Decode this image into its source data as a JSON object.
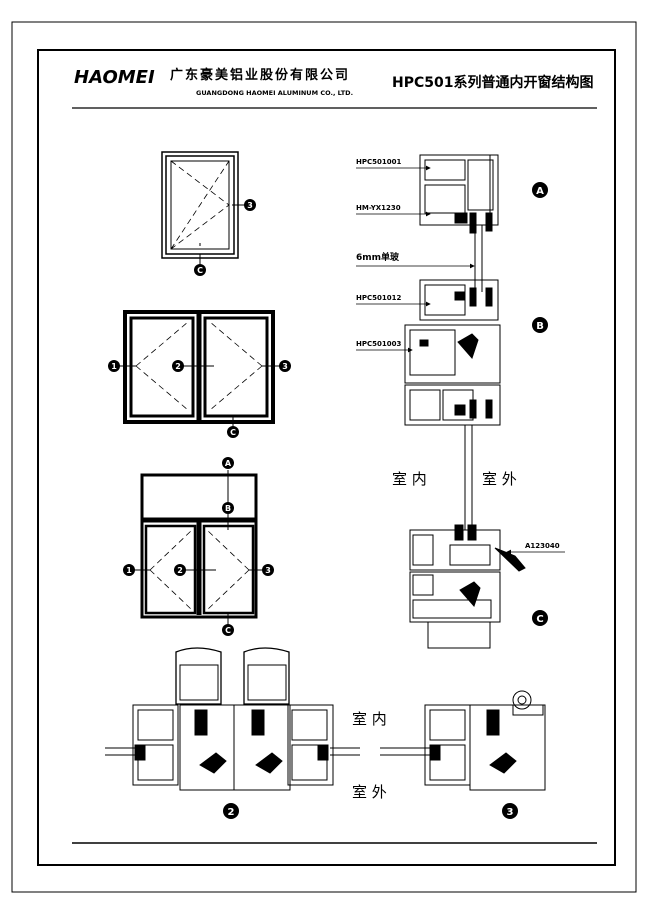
{
  "header": {
    "logo_text": "HAOMEI",
    "company_cn": "广东豪美铝业股份有限公司",
    "company_en": "GUANGDONG HAOMEI ALUMINUM CO., LTD.",
    "drawing_title": "HPC501系列普通内开窗结构图"
  },
  "markers": {
    "a": "A",
    "b": "B",
    "c": "C",
    "one": "1",
    "two": "2",
    "three": "3"
  },
  "part_labels": {
    "frame": "HPC501001",
    "gasket": "HM-YX1230",
    "glass": "6mm单玻",
    "mullion": "HPC501012",
    "sash": "HPC501003",
    "accessory": "A123040"
  },
  "sides": {
    "indoor": "室 内",
    "outdoor": "室 外"
  },
  "colors": {
    "ink": "#000000",
    "paper": "#ffffff"
  }
}
